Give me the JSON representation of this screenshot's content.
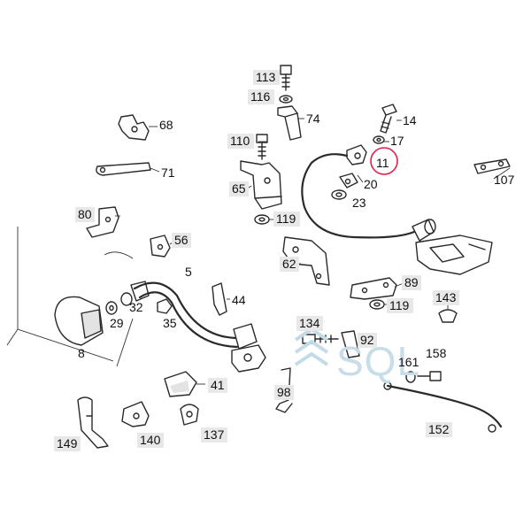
{
  "watermark": {
    "text": "SQL",
    "color": "#bcd6e4"
  },
  "highlight": {
    "label": "11",
    "color": "#e0204a"
  },
  "labels": [
    {
      "id": "113",
      "text": "113"
    },
    {
      "id": "116",
      "text": "116"
    },
    {
      "id": "74",
      "text": "74"
    },
    {
      "id": "14",
      "text": "14"
    },
    {
      "id": "68",
      "text": "68"
    },
    {
      "id": "17",
      "text": "17"
    },
    {
      "id": "110",
      "text": "110"
    },
    {
      "id": "11",
      "text": "11"
    },
    {
      "id": "71",
      "text": "71"
    },
    {
      "id": "20",
      "text": "20"
    },
    {
      "id": "107",
      "text": "107"
    },
    {
      "id": "65",
      "text": "65"
    },
    {
      "id": "23",
      "text": "23"
    },
    {
      "id": "80",
      "text": "80"
    },
    {
      "id": "119a",
      "text": "119"
    },
    {
      "id": "56",
      "text": "56"
    },
    {
      "id": "62",
      "text": "62"
    },
    {
      "id": "5",
      "text": "5"
    },
    {
      "id": "89",
      "text": "89"
    },
    {
      "id": "44",
      "text": "44"
    },
    {
      "id": "143",
      "text": "143"
    },
    {
      "id": "32",
      "text": "32"
    },
    {
      "id": "119b",
      "text": "119"
    },
    {
      "id": "29",
      "text": "29"
    },
    {
      "id": "35",
      "text": "35"
    },
    {
      "id": "134",
      "text": "134"
    },
    {
      "id": "92",
      "text": "92"
    },
    {
      "id": "8",
      "text": "8"
    },
    {
      "id": "158",
      "text": "158"
    },
    {
      "id": "161",
      "text": "161"
    },
    {
      "id": "41",
      "text": "41"
    },
    {
      "id": "98",
      "text": "98"
    },
    {
      "id": "152",
      "text": "152"
    },
    {
      "id": "137",
      "text": "137"
    },
    {
      "id": "149",
      "text": "149"
    },
    {
      "id": "140",
      "text": "140"
    }
  ]
}
